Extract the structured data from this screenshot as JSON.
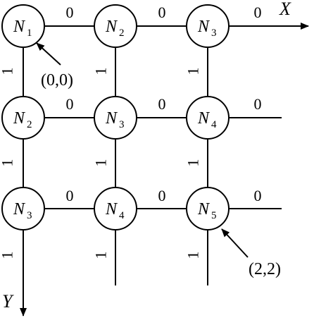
{
  "axes": {
    "x_label": "X",
    "y_label": "Y"
  },
  "nodes": [
    {
      "letter": "N",
      "sub": "1"
    },
    {
      "letter": "N",
      "sub": "2"
    },
    {
      "letter": "N",
      "sub": "3"
    },
    {
      "letter": "N",
      "sub": "2"
    },
    {
      "letter": "N",
      "sub": "3"
    },
    {
      "letter": "N",
      "sub": "4"
    },
    {
      "letter": "N",
      "sub": "3"
    },
    {
      "letter": "N",
      "sub": "4"
    },
    {
      "letter": "N",
      "sub": "5"
    }
  ],
  "edge_weights": {
    "horizontal": "0",
    "vertical": "1"
  },
  "callouts": {
    "origin": "(0,0)",
    "corner": "(2,2)"
  }
}
